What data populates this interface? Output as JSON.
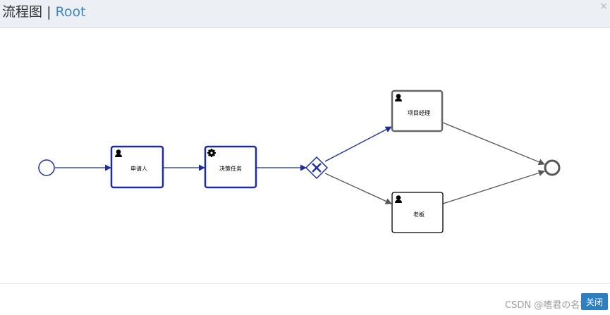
{
  "header": {
    "title": "流程图",
    "separator": "|",
    "subtitle": "Root",
    "close_icon": "close-icon",
    "close_glyph": "×"
  },
  "diagram": {
    "nodes": [
      {
        "id": "start",
        "type": "start-event",
        "label": ""
      },
      {
        "id": "applicant",
        "type": "user-task",
        "label": "申请人",
        "status": "completed",
        "icon": "user-icon"
      },
      {
        "id": "decision",
        "type": "service-task",
        "label": "决策任务",
        "status": "completed",
        "icon": "gear-icon"
      },
      {
        "id": "gateway",
        "type": "exclusive-gateway",
        "label": "",
        "status": "completed"
      },
      {
        "id": "pm",
        "type": "user-task",
        "label": "项目经理",
        "status": "current",
        "icon": "user-icon"
      },
      {
        "id": "boss",
        "type": "user-task",
        "label": "老板",
        "status": "pending",
        "icon": "user-icon"
      },
      {
        "id": "end",
        "type": "end-event",
        "label": ""
      }
    ],
    "colors": {
      "completed": "#1f2d9c",
      "current": "#666666",
      "pending": "#000000",
      "flow_default": "#555555",
      "flow_completed": "#1f2d9c"
    }
  },
  "footer": {
    "watermark": "CSDN @嗜君の名字",
    "close_label": "关闭"
  }
}
